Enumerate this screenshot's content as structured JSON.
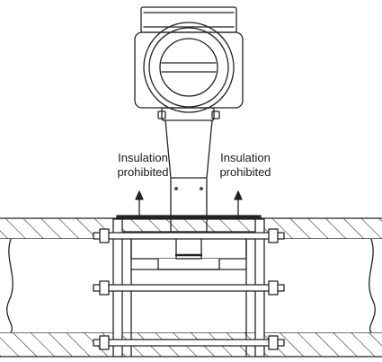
{
  "labels": {
    "left": {
      "line1": "Insulation",
      "line2": "prohibited"
    },
    "right": {
      "line1": "Insulation",
      "line2": "prohibited"
    }
  },
  "colors": {
    "line": "#222222",
    "background": "#ffffff"
  }
}
